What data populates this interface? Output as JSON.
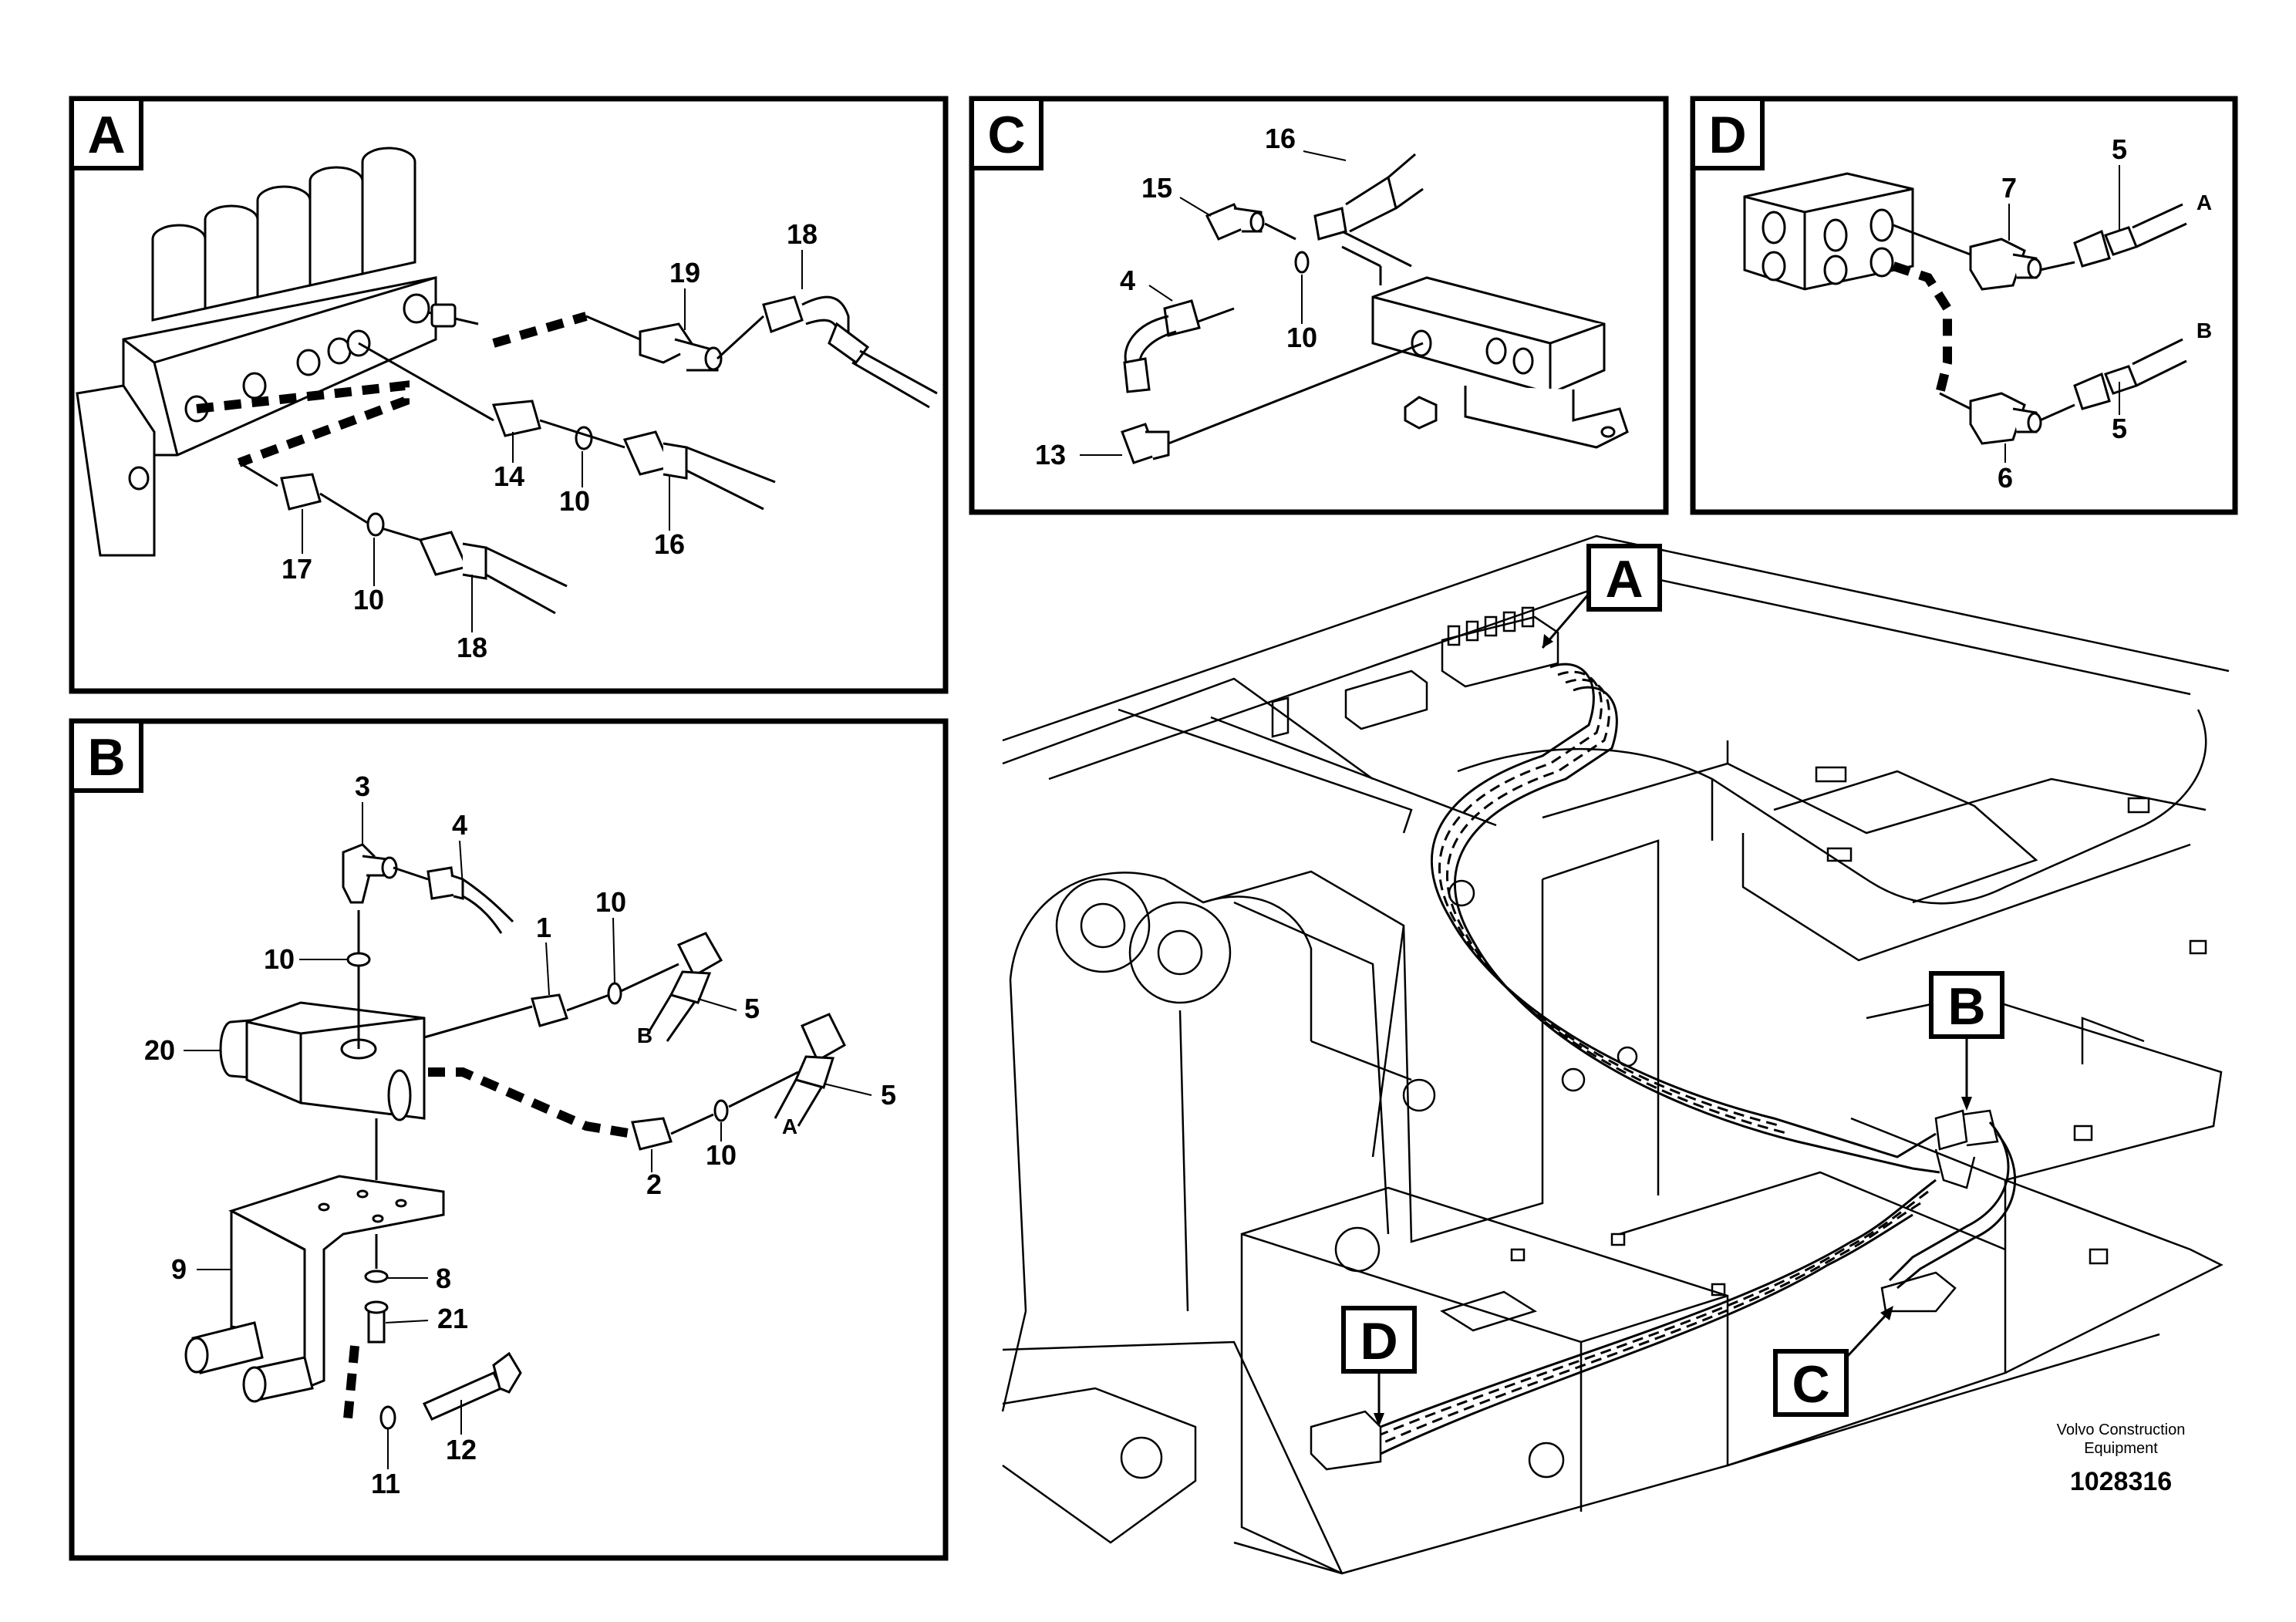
{
  "panels": {
    "A": {
      "tag": "A",
      "labels": [
        "19",
        "18",
        "14",
        "10",
        "16",
        "17",
        "10",
        "18"
      ]
    },
    "B": {
      "tag": "B",
      "labels": [
        "3",
        "4",
        "10",
        "10",
        "1",
        "5",
        "B",
        "20",
        "5",
        "A",
        "2",
        "10",
        "9",
        "8",
        "21",
        "12",
        "11"
      ]
    },
    "C": {
      "tag": "C",
      "labels": [
        "16",
        "15",
        "4",
        "10",
        "13"
      ]
    },
    "D": {
      "tag": "D",
      "labels": [
        "5",
        "7",
        "A",
        "B",
        "5",
        "6"
      ]
    }
  },
  "overview": {
    "callouts": [
      "A",
      "B",
      "C",
      "D"
    ]
  },
  "footer": {
    "brand_line1": "Volvo Construction",
    "brand_line2": "Equipment",
    "doc_number": "1028316"
  }
}
